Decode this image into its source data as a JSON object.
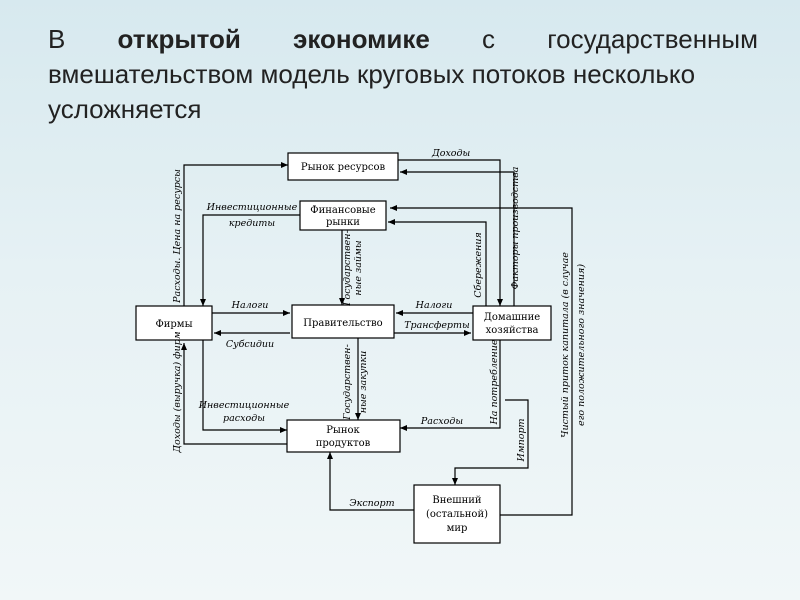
{
  "title": {
    "line1": {
      "w1": "В",
      "w2": "открытой",
      "w3": "экономике",
      "w4": "с",
      "w5": "государственным"
    },
    "line2": "вмешательством модель круговых потоков несколько",
    "line3": "усложняется"
  },
  "boxes": {
    "resource_market": "Рынок ресурсов",
    "financial_markets_l1": "Финансовые",
    "financial_markets_l2": "рынки",
    "firms": "Фирмы",
    "government": "Правительство",
    "households_l1": "Домашние",
    "households_l2": "хозяйства",
    "product_market_l1": "Рынок",
    "product_market_l2": "продуктов",
    "foreign_l1": "Внешний",
    "foreign_l2": "(остальной)",
    "foreign_l3": "мир"
  },
  "labels": {
    "incomes": "Доходы",
    "investment_credits_l1": "Инвестиционные",
    "investment_credits_l2": "кредиты",
    "taxes_top": "Налоги",
    "subsidies": "Субсидии",
    "taxes_right": "Налоги",
    "transfers": "Трансферты",
    "investment_spending_l1": "Инвестиционные",
    "investment_spending_l2": "расходы",
    "spending": "Расходы",
    "export": "Экспорт",
    "import": "Импорт",
    "savings": "Сбережения",
    "factor_payments": "Факторы производства",
    "gov_loans_l1": "Государствен-",
    "gov_loans_l2": "ные займы",
    "gov_purchases_l1": "Государствен-",
    "gov_purchases_l2": "ные закупки",
    "consumption": "На потребление",
    "firm_costs": "Расходы. Цена на ресурсы",
    "firm_revenue": "Доходы (выручка) фирм",
    "net_exports_l1": "Чистый приток капитала (в случае",
    "net_exports_l2": "его положительного значения)"
  }
}
